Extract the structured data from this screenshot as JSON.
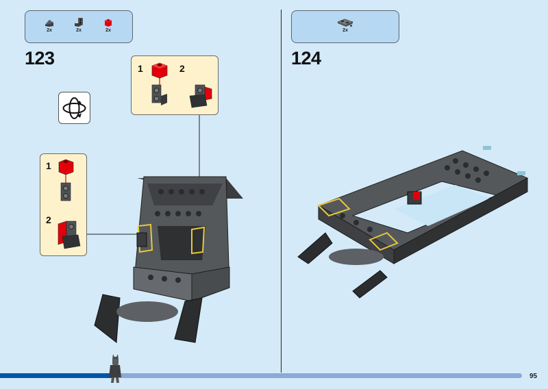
{
  "left_step": {
    "number": "123",
    "parts": [
      {
        "icon": "dark-gray-slope-icon",
        "qty": "2x"
      },
      {
        "icon": "dark-gray-bracket-icon",
        "qty": "2x"
      },
      {
        "icon": "red-brick-1x1-icon",
        "qty": "2x"
      }
    ],
    "callout_top": {
      "sub1": "1",
      "sub2": "2"
    },
    "callout_left": {
      "sub1": "1",
      "sub2": "2"
    },
    "rotate_icon": "rotate-model-icon"
  },
  "right_step": {
    "number": "124",
    "parts": [
      {
        "icon": "gray-plate-2x2-clip-icon",
        "qty": "2x"
      }
    ]
  },
  "footer": {
    "page_number": "95",
    "progress_percent": 21.5
  },
  "colors": {
    "background": "#d4eaf8",
    "parts_box": "#b6d8f2",
    "callout": "#fdf2cc",
    "progress_done": "#0057a8",
    "progress_remaining": "#8aaad8",
    "brick_red": "#e3000b",
    "dark_gray": "#4a4c4e"
  }
}
